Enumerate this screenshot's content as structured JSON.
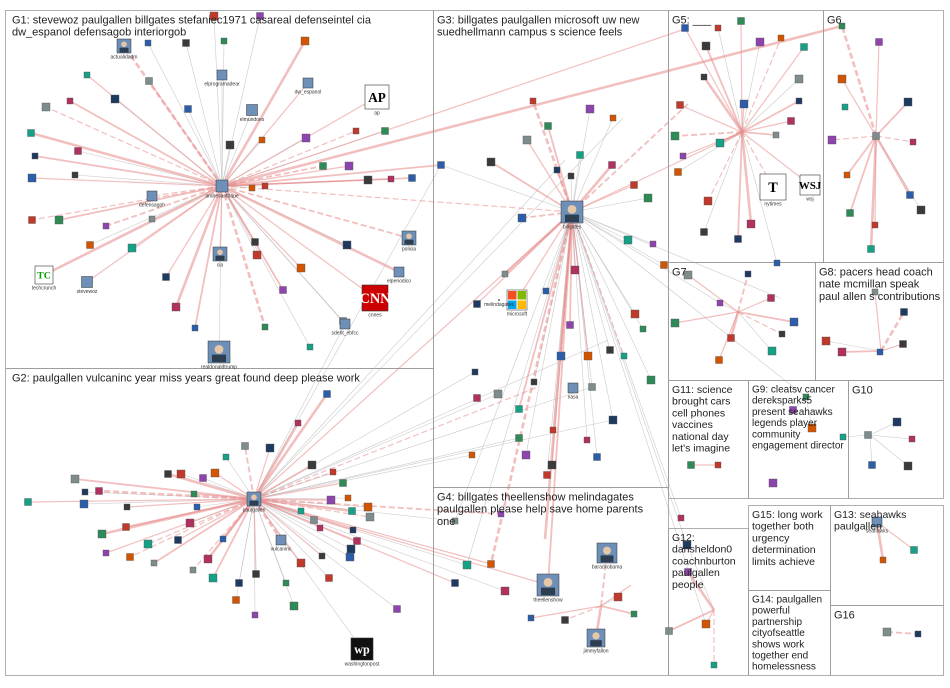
{
  "groups": [
    {
      "id": "G1",
      "title": "G1: stevewoz paulgallen billgates stefaniec1971 casareal defenseintel cia dw_espanol defensagob interiorgob"
    },
    {
      "id": "G2",
      "title": "G2: paulgallen vulcaninc year miss years great found deep please work"
    },
    {
      "id": "G3",
      "title": "G3: billgates paulgallen microsoft uw new suedhellmann campus s science feels"
    },
    {
      "id": "G4",
      "title": "G4: billgates theellenshow melindagates paulgallen please help save home parents one"
    },
    {
      "id": "G5",
      "title": "G5: ___"
    },
    {
      "id": "G6",
      "title": "G6"
    },
    {
      "id": "G7",
      "title": "G7"
    },
    {
      "id": "G8",
      "title": "G8: pacers head coach nate mcmillan speak paul allen s contributions"
    },
    {
      "id": "G9",
      "title": "G9: cleatsv cancer dereksparks5 present seahawks legends player community engagement director"
    },
    {
      "id": "G10",
      "title": "G10"
    },
    {
      "id": "G11",
      "title": "G11: science brought cars cell phones vaccines national day let's imagine"
    },
    {
      "id": "G12",
      "title": "G12: dansheldon0 coachnburton paulgallen people"
    },
    {
      "id": "G13",
      "title": "G13: seahawks paulgallen"
    },
    {
      "id": "G14",
      "title": "G14: paulgallen powerful partnership cityofseattle shows work together end homelessness"
    },
    {
      "id": "G15",
      "title": "G15: long work together both urgency determination limits achieve"
    },
    {
      "id": "G16",
      "title": "G16"
    }
  ],
  "nodes": [
    {
      "id": "andresanthaue",
      "label": "andresanthaue"
    },
    {
      "id": "actualidadm",
      "label": "actualidadm"
    },
    {
      "id": "elprogramadear",
      "label": "elprogramadear"
    },
    {
      "id": "elmundoes",
      "label": "elmundoes"
    },
    {
      "id": "ap",
      "label": "ap"
    },
    {
      "id": "dw_espanol",
      "label": "dw_espanol"
    },
    {
      "id": "cnn",
      "label": "cnnes"
    },
    {
      "id": "policia",
      "label": "policia"
    },
    {
      "id": "elperiodico",
      "label": "elperiodico"
    },
    {
      "id": "techcrunch",
      "label": "techcrunch"
    },
    {
      "id": "stevewoz",
      "label": "stevewoz"
    },
    {
      "id": "defensagob",
      "label": "defensagob"
    },
    {
      "id": "cia",
      "label": "cia"
    },
    {
      "id": "realdonaldtrump",
      "label": "realdonaldtrump"
    },
    {
      "id": "ebfaccenter",
      "label": "sdebt_ebfcc"
    },
    {
      "id": "paulgallen",
      "label": "paulgallen"
    },
    {
      "id": "washingtonpost",
      "label": "washingtonpost"
    },
    {
      "id": "billgates",
      "label": "billgates"
    },
    {
      "id": "microsoft",
      "label": "microsoft"
    },
    {
      "id": "melindagates",
      "label": "melindagates"
    },
    {
      "id": "theellenshow",
      "label": "theellenshow"
    },
    {
      "id": "barackobama",
      "label": "barackobama"
    },
    {
      "id": "jimmyfallon",
      "label": "jimmyfallon"
    },
    {
      "id": "nytimes",
      "label": "nytimes"
    },
    {
      "id": "wsj",
      "label": "wsj"
    },
    {
      "id": "vulcaninc",
      "label": "vulcaninc"
    },
    {
      "id": "seahawks",
      "label": "seahawks"
    },
    {
      "id": "nasa",
      "label": "nasa"
    }
  ],
  "logos": {
    "ap": "AP",
    "cnn": "CNN",
    "techcrunch": "TC",
    "nytimes": "T",
    "wsj": "WSJ",
    "washingtonpost": "wp"
  },
  "colors": {
    "edge": "#b9b9b9",
    "edge_strong": "#e88a8a",
    "group_border": "#9a9a9a"
  }
}
